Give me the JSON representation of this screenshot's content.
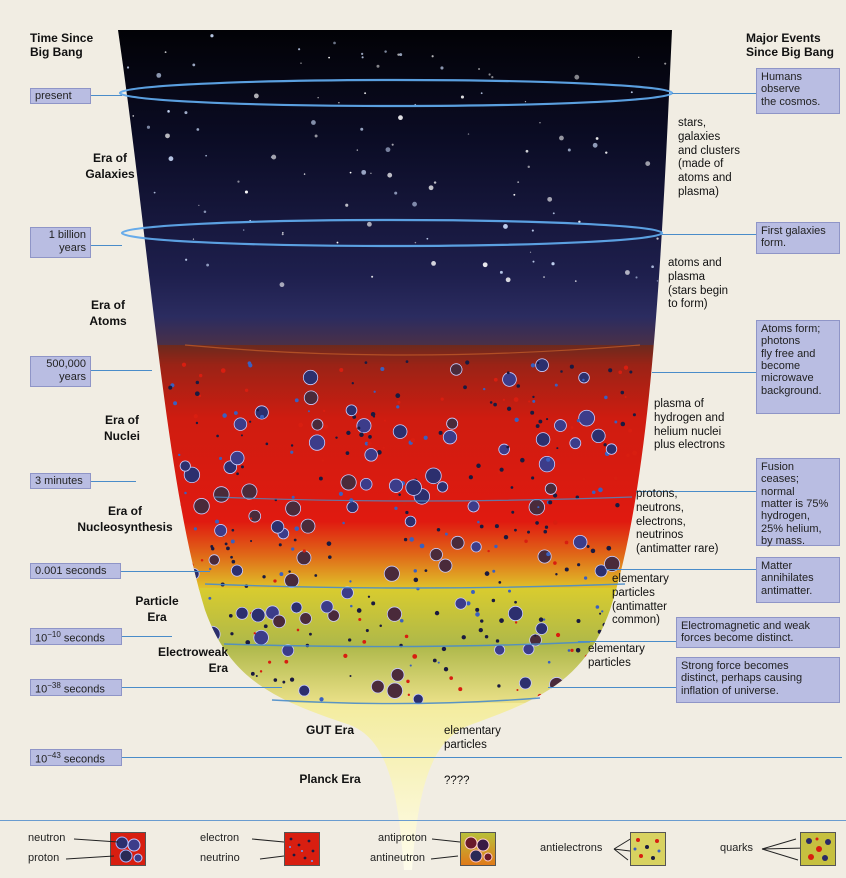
{
  "headers": {
    "time_col": "Time Since\nBig Bang",
    "events_col": "Major Events\nSince Big Bang"
  },
  "time_labels": [
    {
      "text": "present"
    },
    {
      "text": "1 billion\nyears"
    },
    {
      "text": "500,000\nyears"
    },
    {
      "text": "3 minutes"
    },
    {
      "text": "0.001 seconds"
    },
    {
      "base": "10",
      "exp": "−10",
      "unit": " seconds"
    },
    {
      "base": "10",
      "exp": "−38",
      "unit": " seconds"
    },
    {
      "base": "10",
      "exp": "−43",
      "unit": " seconds"
    }
  ],
  "eras": [
    "Era of\nGalaxies",
    "Era of\nAtoms",
    "Era of\nNuclei",
    "Era of\nNucleosynthesis",
    "Particle\nEra",
    "Electroweak\nEra",
    "GUT Era",
    "Planck Era"
  ],
  "contents": [
    "stars,\ngalaxies\nand clusters\n(made of\natoms and\nplasma)",
    "atoms and\nplasma\n(stars begin\nto form)",
    "plasma of\nhydrogen and\nhelium nuclei\nplus electrons",
    "protons,\nneutrons,\nelectrons,\nneutrinos\n(antimatter rare)",
    "elementary\nparticles\n(antimatter\ncommon)",
    "elementary\nparticles",
    "elementary\nparticles",
    "????"
  ],
  "events": [
    "Humans\nobserve\nthe cosmos.",
    "First galaxies\nform.",
    "Atoms form;\nphotons\nfly free and\nbecome\nmicrowave\nbackground.",
    "Fusion\nceases;\nnormal\nmatter is 75%\nhydrogen,\n25% helium,\nby mass.",
    "Matter\nannihilates\nantimatter.",
    "Electromagnetic and weak\nforces become distinct.",
    "Strong force becomes\ndistinct, perhaps causing\ninflation of universe."
  ],
  "legend": [
    {
      "labels": [
        "neutron",
        "proton"
      ]
    },
    {
      "labels": [
        "electron",
        "neutrino"
      ]
    },
    {
      "labels": [
        "antiproton",
        "antineutron"
      ]
    },
    {
      "labels": [
        "antielectrons"
      ]
    },
    {
      "labels": [
        "quarks"
      ]
    }
  ],
  "colors": {
    "accent_line": "#4a8cc9",
    "box_fill": "#b9bde2",
    "plasma_red": "#d81e10",
    "quark_yellow": "#e8d828"
  }
}
